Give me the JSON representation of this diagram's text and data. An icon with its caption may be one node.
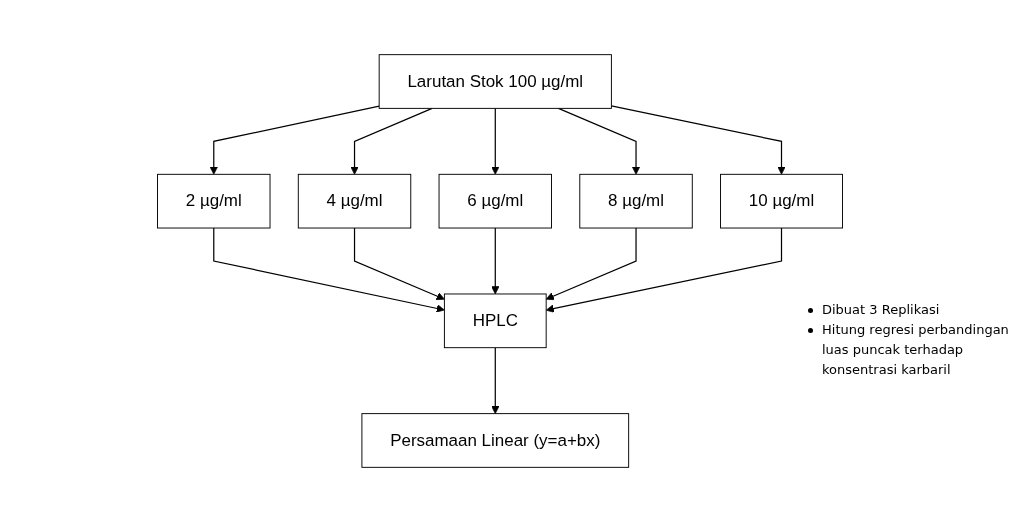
{
  "diagram": {
    "nodes": [
      {
        "text": [
          "Larutan Stok 100 µg/ml"
        ]
      },
      {
        "text": [
          "2 µg/ml"
        ]
      },
      {
        "text": [
          "4 µg/ml"
        ]
      },
      {
        "text": [
          "6 µg/ml"
        ]
      },
      {
        "text": [
          "8 µg/ml"
        ]
      },
      {
        "text": [
          "10 µg/ml"
        ]
      },
      {
        "text": [
          "HPLC"
        ]
      },
      {
        "text": [
          "Persamaan Linear (y=a+bx)"
        ]
      }
    ],
    "edges": [
      {
        "from": 0,
        "to": 1,
        "arrow": "to"
      },
      {
        "from": 0,
        "to": 2,
        "arrow": "to"
      },
      {
        "from": 0,
        "to": 3,
        "arrow": "to"
      },
      {
        "from": 0,
        "to": 4,
        "arrow": "to"
      },
      {
        "from": 0,
        "to": 5,
        "arrow": "to"
      },
      {
        "from": 1,
        "to": 6,
        "arrow": "to"
      },
      {
        "from": 2,
        "to": 6,
        "arrow": "to"
      },
      {
        "from": 3,
        "to": 6,
        "arrow": "to"
      },
      {
        "from": 4,
        "to": 6,
        "arrow": "to"
      },
      {
        "from": 5,
        "to": 6,
        "arrow": "to"
      },
      {
        "from": 6,
        "to": 7,
        "arrow": "to"
      }
    ],
    "labels": [
      "Dibuat 3 Replikasi",
      "Hitung regresi perbandingan luas puncak terhadap konsentrasi karbaril"
    ]
  }
}
